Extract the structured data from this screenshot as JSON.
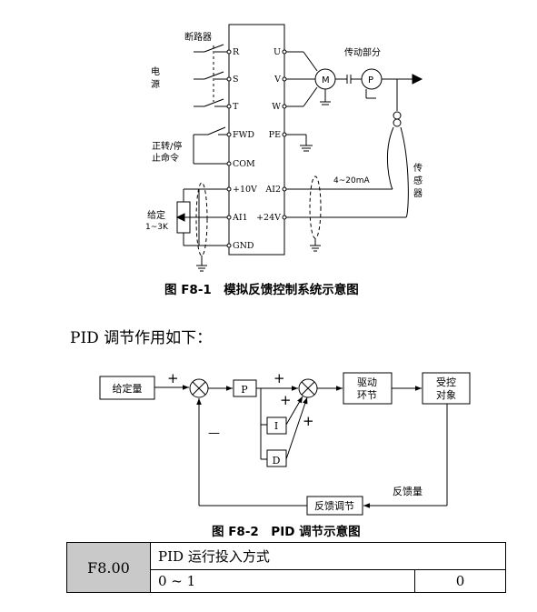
{
  "fig1": {
    "labels": {
      "breaker": "断路器",
      "power_1": "电",
      "power_2": "源",
      "transmission": "传动部分",
      "fwd_cmd_1": "正转/停",
      "fwd_cmd_2": "止命令",
      "setting_1": "给定",
      "setting_2": "1~3K",
      "sensor_1": "传",
      "sensor_2": "感",
      "sensor_3": "器",
      "current": "4~20mA",
      "motor": "M",
      "pump": "P"
    },
    "terminals_left": [
      "R",
      "S",
      "T",
      "FWD",
      "COM",
      "+10V",
      "AI1",
      "GND"
    ],
    "terminals_right": [
      "U",
      "V",
      "W",
      "PE",
      "AI2",
      "+24V"
    ],
    "caption": "图 F8-1　模拟反馈控制系统示意图"
  },
  "intro_text": "PID 调节作用如下：",
  "fig2": {
    "blocks": {
      "setpoint": "给定量",
      "p": "P",
      "i": "I",
      "d": "D",
      "drive_1": "驱动",
      "drive_2": "环节",
      "plant_1": "受控",
      "plant_2": "对象",
      "feedback_adjust": "反馈调节"
    },
    "signs": {
      "sum1_plus": "+",
      "sum1_minus": "—",
      "sum2_plus_top": "+",
      "sum2_plus_mid": "+",
      "sum2_plus_low": "+"
    },
    "feedback_label": "反馈量",
    "caption": "图 F8-2　PID 调节示意图"
  },
  "param_table": {
    "code": "F8.00",
    "name": "PID 运行投入方式",
    "range": "0 ~ 1",
    "default": "0"
  }
}
